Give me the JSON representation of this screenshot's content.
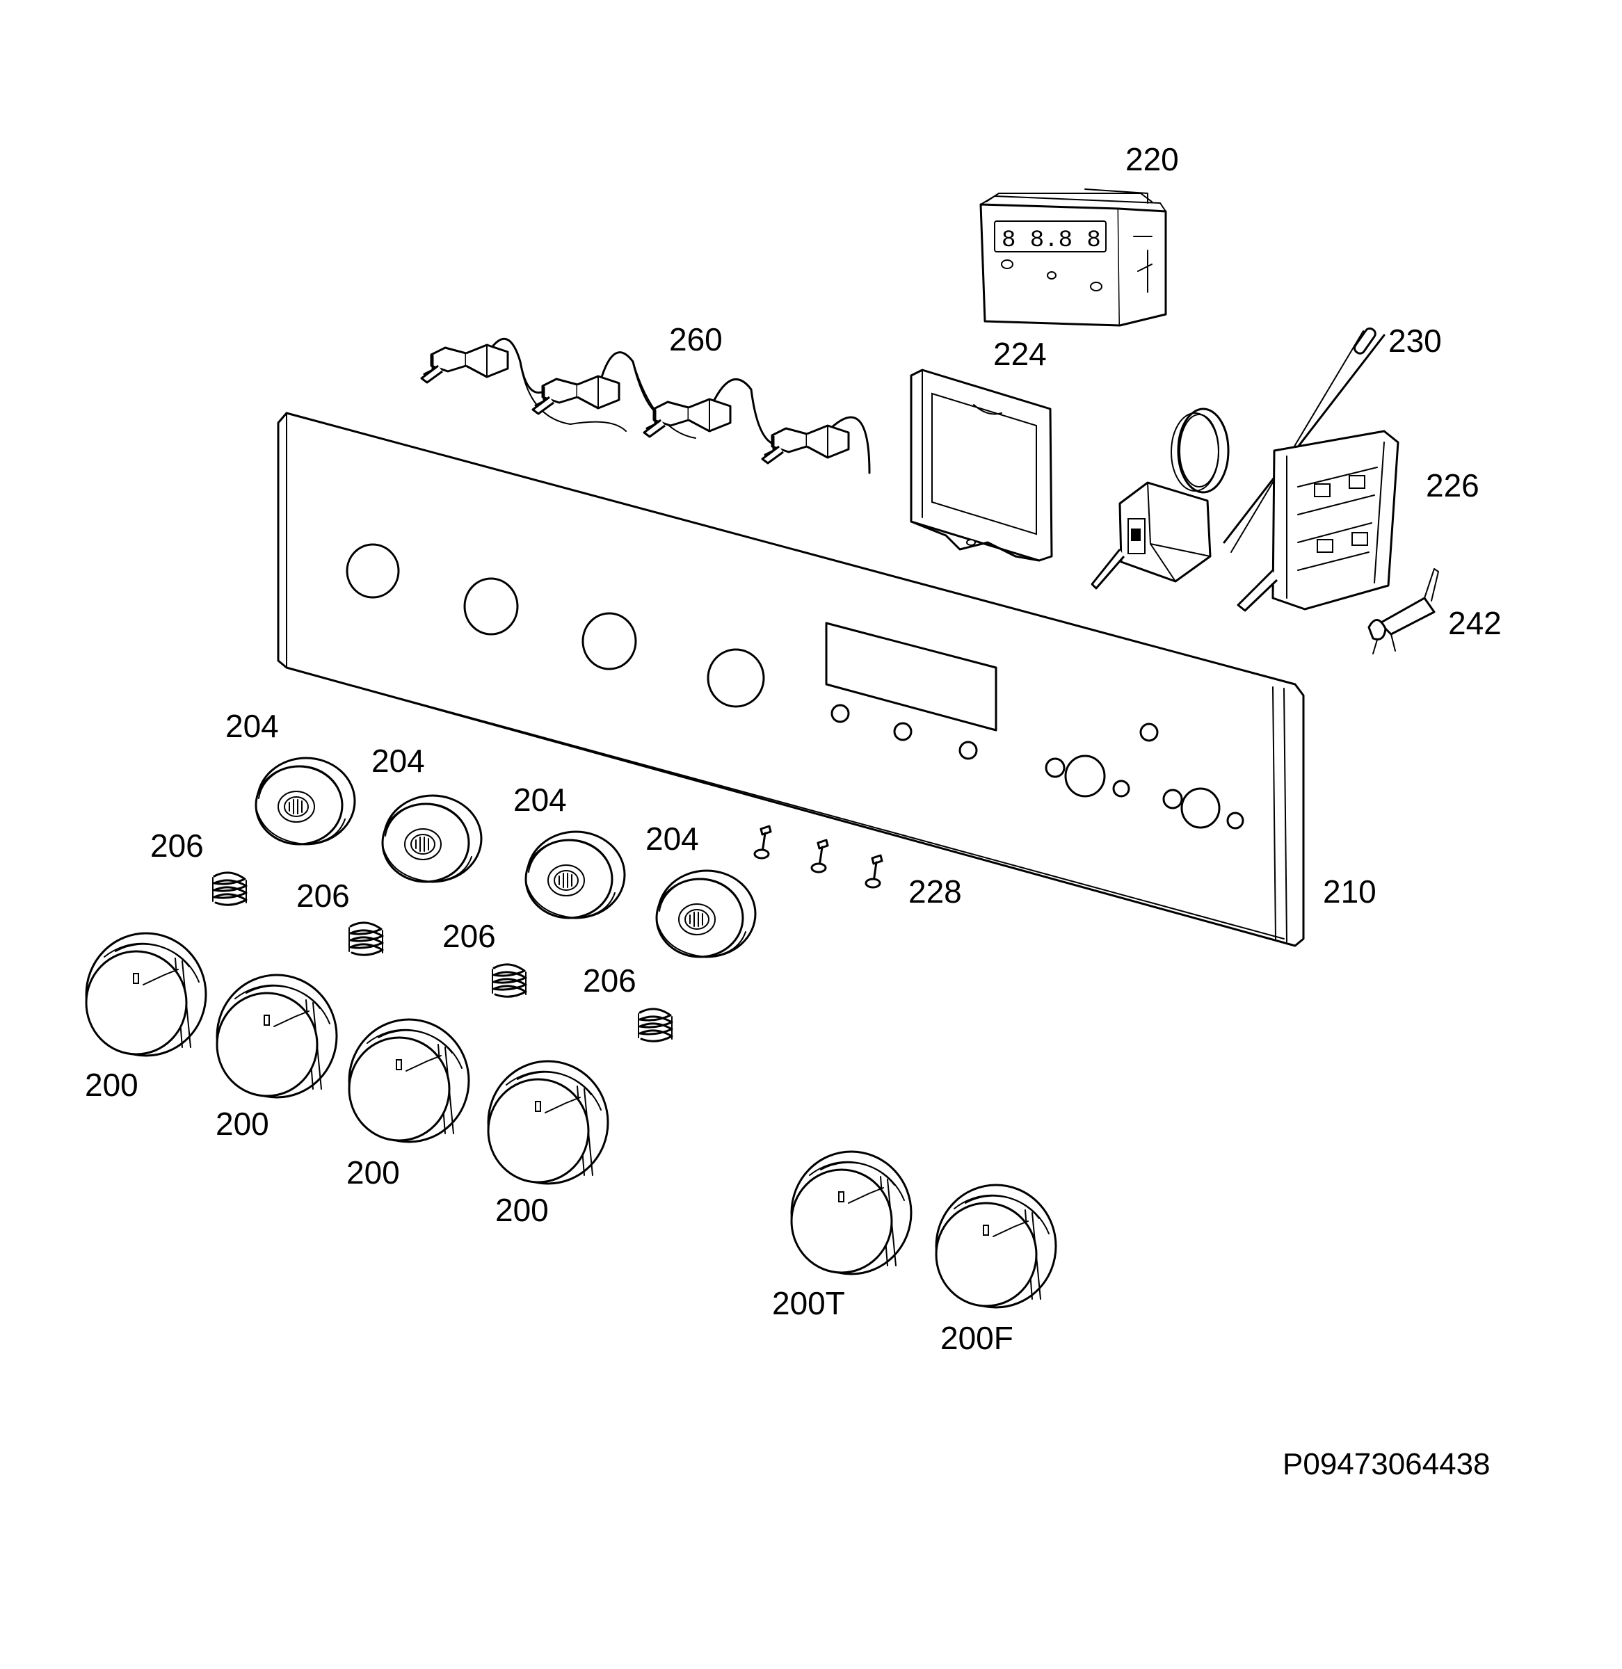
{
  "document_ref": "P09473064438",
  "parts": {
    "p220": "220",
    "p224": "224",
    "p230": "230",
    "p260": "260",
    "p226": "226",
    "p242": "242",
    "p210": "210",
    "p228": "228",
    "p204": "204",
    "p206": "206",
    "p200": "200",
    "p200T": "200T",
    "p200F": "200F"
  }
}
